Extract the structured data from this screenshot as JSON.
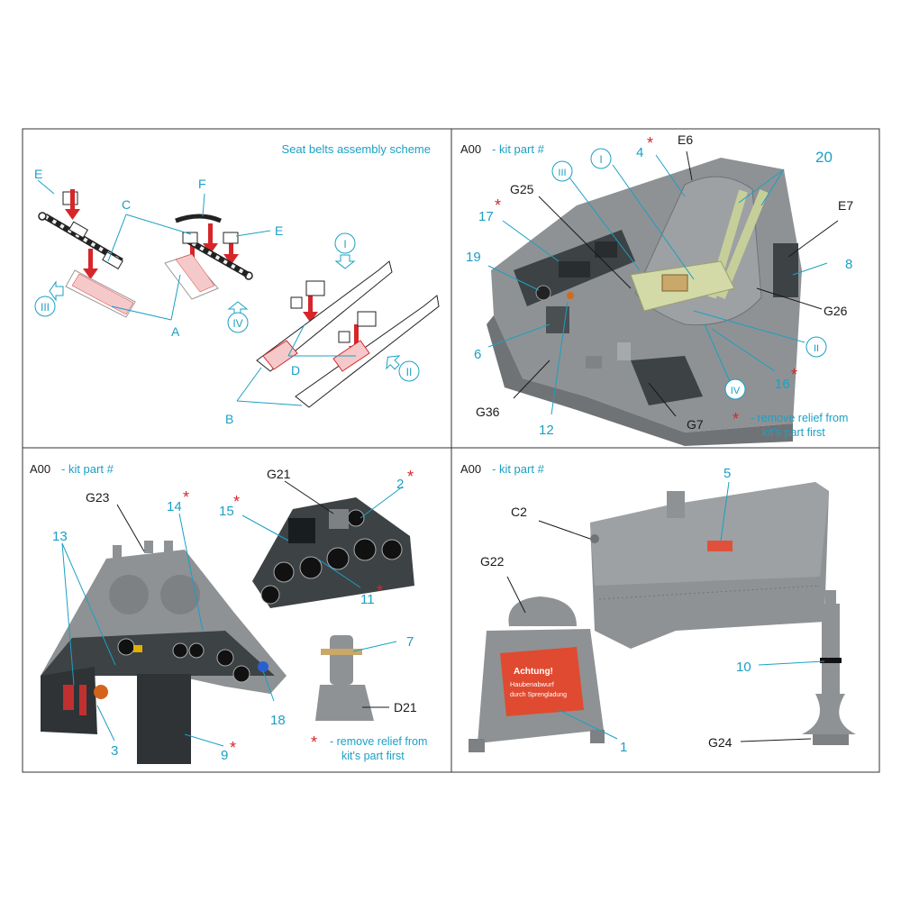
{
  "panel_tl": {
    "title": "Seat belts assembly scheme",
    "letters": {
      "E1": "E",
      "C": "C",
      "F": "F",
      "E2": "E",
      "A": "A",
      "D": "D",
      "B": "B"
    },
    "romans": {
      "I": "I",
      "II": "II",
      "III": "III",
      "IV": "IV"
    }
  },
  "panel_tr": {
    "header_code": "A00",
    "header_text": "- kit part #",
    "labels": {
      "n4": "4",
      "e6": "E6",
      "n20": "20",
      "e7": "E7",
      "n8": "8",
      "g26": "G26",
      "n17": "17",
      "g25": "G25",
      "n19": "19",
      "n6": "6",
      "g36": "G36",
      "n12": "12",
      "g7": "G7",
      "n16": "16",
      "r1": "I",
      "r2": "II",
      "r3": "III",
      "r4": "IV"
    },
    "note_line1": "- remove relief from",
    "note_line2": "kit's part first"
  },
  "panel_bl": {
    "header_code": "A00",
    "header_text": "- kit part #",
    "labels": {
      "g23": "G23",
      "n13": "13",
      "n14": "14",
      "n15": "15",
      "g21": "G21",
      "n2": "2",
      "n11": "11",
      "n7": "7",
      "d21": "D21",
      "n18": "18",
      "n3": "3",
      "n9": "9"
    },
    "note_line1": "- remove relief from",
    "note_line2": "kit's part first"
  },
  "panel_br": {
    "header_code": "A00",
    "header_text": "- kit part #",
    "labels": {
      "n5": "5",
      "c2": "C2",
      "g22": "G22",
      "n10": "10",
      "g24": "G24",
      "n1": "1"
    },
    "placard": {
      "title": "Achtung!",
      "line1": "Haubenabwurf",
      "line2": "durch Sprengladung"
    }
  },
  "colors": {
    "accent": "#1ba0c4",
    "star": "#d6262a",
    "part_gray": "#8e9294"
  },
  "star_glyph": "*"
}
